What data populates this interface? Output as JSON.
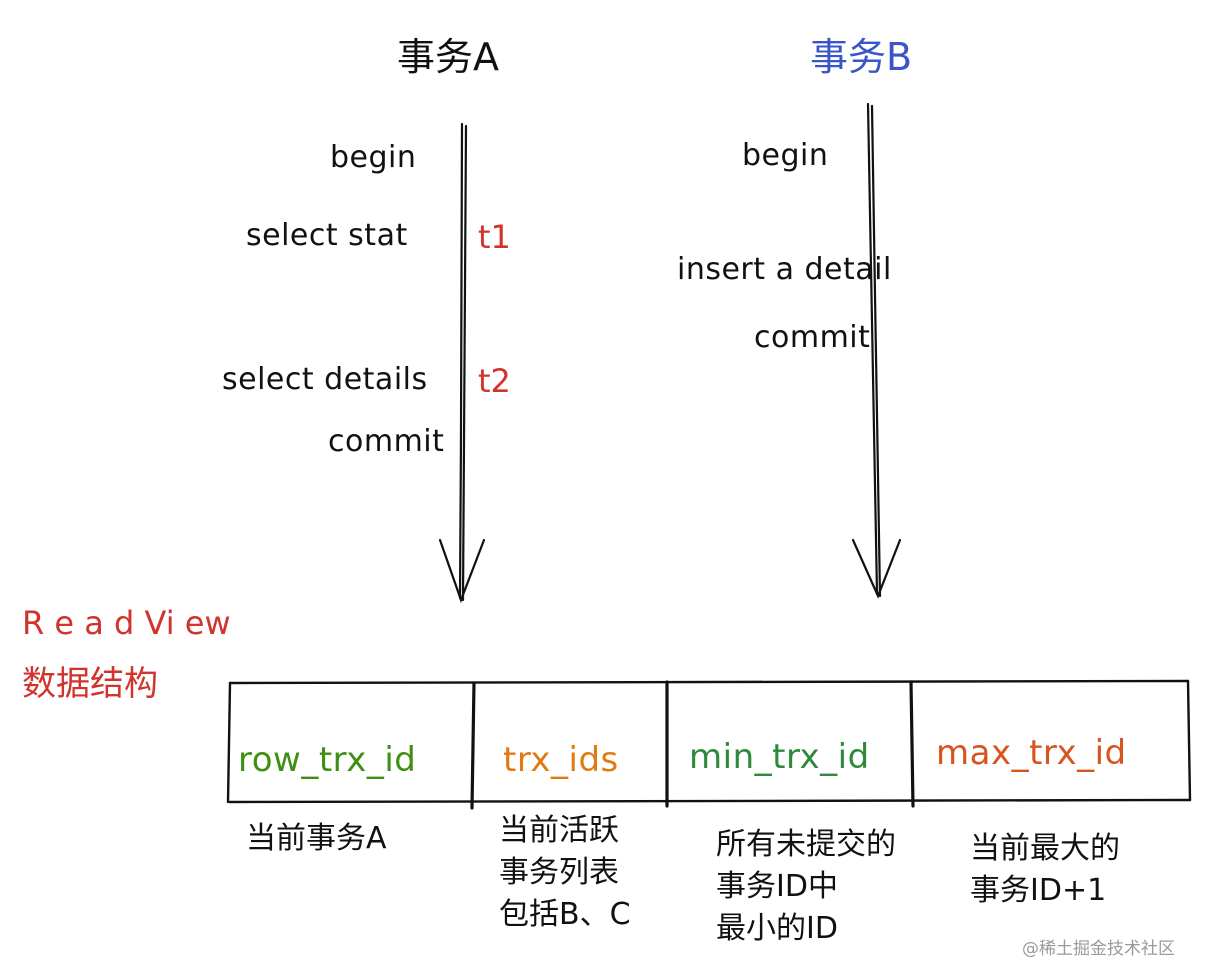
{
  "tx_a": {
    "title": "事务A",
    "steps": {
      "begin": "begin",
      "select_stat": "select stat",
      "select_details": "select details",
      "commit": "commit"
    },
    "marks": {
      "t1": "t1",
      "t2": "t2"
    }
  },
  "tx_b": {
    "title": "事务B",
    "steps": {
      "begin": "begin",
      "insert": "insert a detail",
      "commit": "commit"
    }
  },
  "readview": {
    "title": "R e a d Vi ew",
    "subtitle": "数据结构",
    "fields": [
      {
        "name": "row_trx_id",
        "desc": [
          "当前事务A"
        ]
      },
      {
        "name": "trx_ids",
        "desc": [
          "当前活跃",
          "事务列表",
          "包括B、C"
        ]
      },
      {
        "name": "min_trx_id",
        "desc": [
          "所有未提交的",
          "事务ID中",
          "最小的ID"
        ]
      },
      {
        "name": "max_trx_id",
        "desc": [
          "当前最大的",
          "事务ID+1"
        ]
      }
    ]
  },
  "watermark": "@稀土掘金技术社区",
  "colors": {
    "red": "#d0342c",
    "blue": "#3a55c8",
    "green": "#3f8f12",
    "orange": "#e07b12",
    "darkgreen": "#2e8a3a",
    "darkorange": "#d9531e"
  }
}
